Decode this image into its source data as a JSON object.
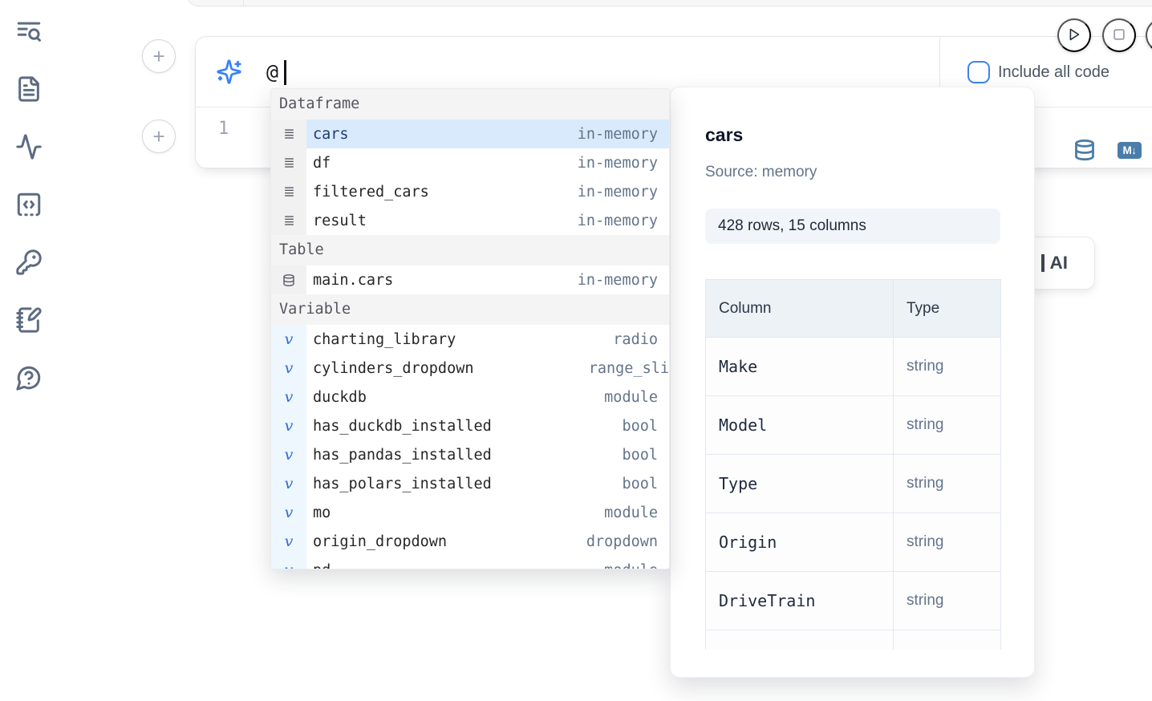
{
  "colors": {
    "accent_blue": "#3b82f6",
    "selection_blue": "#d9eafd",
    "toolbar_icon_blue": "#4a7da9",
    "variable_glyph_blue": "#2f6fd8",
    "muted_text": "#64748b"
  },
  "sidebar": {
    "icons": [
      {
        "name": "search-list"
      },
      {
        "name": "document"
      },
      {
        "name": "activity"
      },
      {
        "name": "code-square"
      },
      {
        "name": "key"
      },
      {
        "name": "notebook-pen"
      },
      {
        "name": "help-circle"
      }
    ]
  },
  "cell_controls": {
    "add_label": "+"
  },
  "ai_prompt": {
    "value": "@",
    "checkbox_label": "Include all code",
    "checkbox_checked": false
  },
  "editor": {
    "line_number": "1",
    "markdown_badge": "M↓"
  },
  "autocomplete": {
    "sections": [
      {
        "label": "Dataframe",
        "kind": "dataframe",
        "items": [
          {
            "name": "cars",
            "detail": "in-memory",
            "selected": true
          },
          {
            "name": "df",
            "detail": "in-memory"
          },
          {
            "name": "filtered_cars",
            "detail": "in-memory"
          },
          {
            "name": "result",
            "detail": "in-memory"
          }
        ]
      },
      {
        "label": "Table",
        "kind": "table",
        "items": [
          {
            "name": "main.cars",
            "detail": "in-memory"
          }
        ]
      },
      {
        "label": "Variable",
        "kind": "variable",
        "items": [
          {
            "name": "charting_library",
            "detail": "radio"
          },
          {
            "name": "cylinders_dropdown",
            "detail": "range_sli",
            "clip_right": true
          },
          {
            "name": "duckdb",
            "detail": "module"
          },
          {
            "name": "has_duckdb_installed",
            "detail": "bool"
          },
          {
            "name": "has_pandas_installed",
            "detail": "bool"
          },
          {
            "name": "has_polars_installed",
            "detail": "bool"
          },
          {
            "name": "mo",
            "detail": "module"
          },
          {
            "name": "origin_dropdown",
            "detail": "dropdown"
          },
          {
            "name": "pd",
            "detail": "module",
            "clipped": true
          }
        ]
      }
    ]
  },
  "preview": {
    "title": "cars",
    "source": "Source: memory",
    "shape": "428 rows, 15 columns",
    "table": {
      "headers": [
        "Column",
        "Type"
      ],
      "rows": [
        [
          "Make",
          "string"
        ],
        [
          "Model",
          "string"
        ],
        [
          "Type",
          "string"
        ],
        [
          "Origin",
          "string"
        ],
        [
          "DriveTrain",
          "string"
        ]
      ],
      "has_partial_row": true
    }
  },
  "ai_card": {
    "label": "AI"
  }
}
